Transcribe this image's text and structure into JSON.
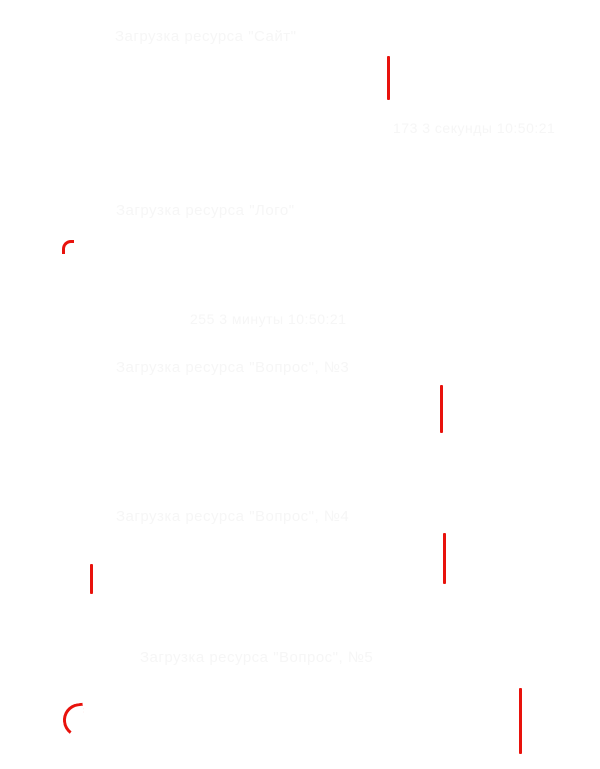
{
  "lines": [
    "Загрузка ресурса \"Сайт\"",
    "173 3 секунды 10:50:21",
    "Загрузка ресурса \"Лого\"",
    "255 3 минуты 10:50:21",
    "Загрузка ресурса \"Вопрос\", №3",
    "Загрузка ресурса \"Вопрос\", №4",
    "Загрузка ресурса \"Вопрос\", №5"
  ],
  "mark_color": "#e8120c",
  "text_color": "#f6f6f6"
}
